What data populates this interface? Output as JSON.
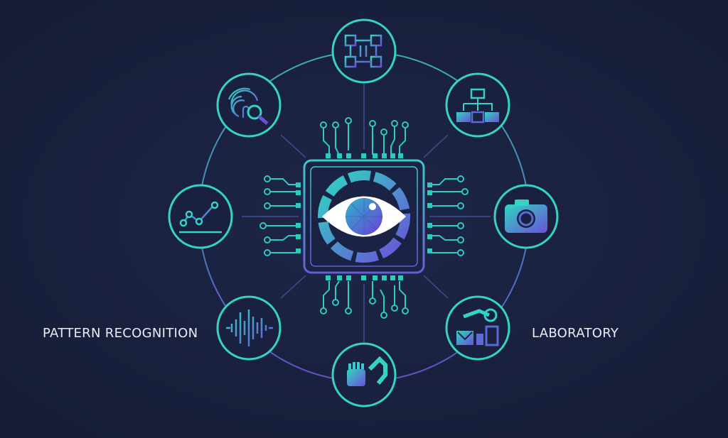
{
  "labels": {
    "left": "PATTERN RECOGNITION",
    "right": "LABORATORY"
  },
  "nodes": [
    {
      "id": "top",
      "icon": "circuit-grid-icon"
    },
    {
      "id": "top-right",
      "icon": "hierarchy-icon"
    },
    {
      "id": "right",
      "icon": "camera-icon"
    },
    {
      "id": "bottom-right",
      "icon": "robot-arm-lab-icon"
    },
    {
      "id": "bottom",
      "icon": "robotic-hand-icon"
    },
    {
      "id": "bottom-left",
      "icon": "sound-wave-icon"
    },
    {
      "id": "left",
      "icon": "line-graph-icon"
    },
    {
      "id": "top-left",
      "icon": "fingerprint-search-icon"
    }
  ],
  "center": {
    "icon": "eye-chip-icon"
  },
  "colors": {
    "background": "#19203d",
    "teal": "#2ed3c0",
    "purple": "#6b5bd6",
    "ring": "#5a66c8"
  }
}
